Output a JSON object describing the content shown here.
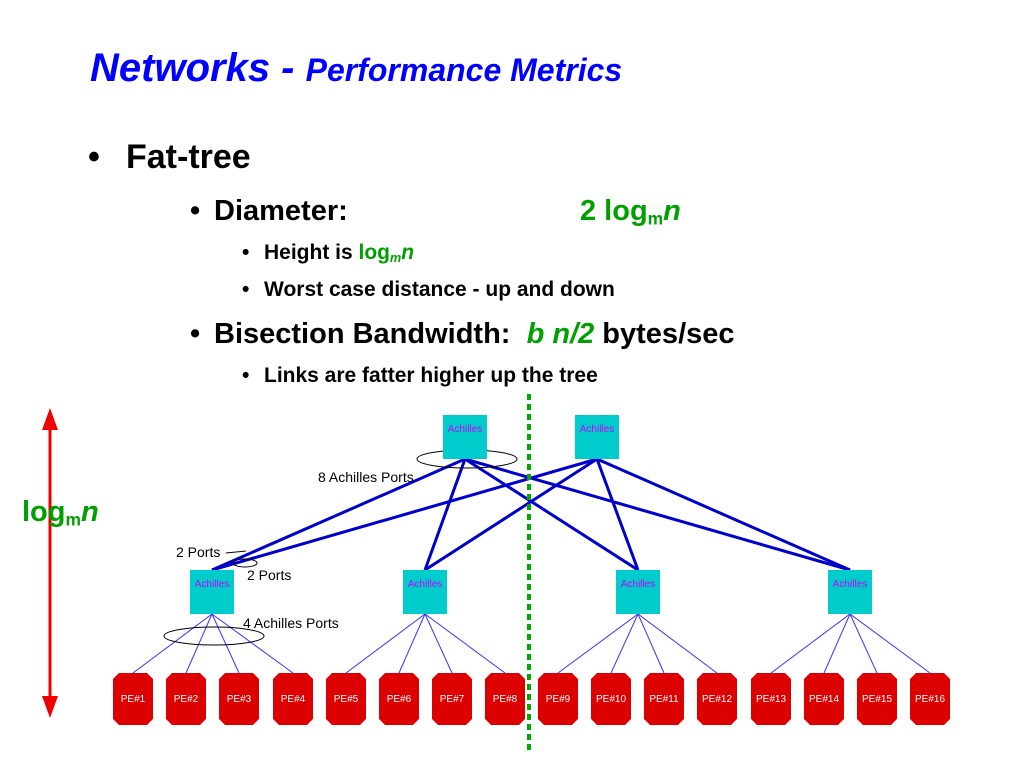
{
  "title": {
    "main": "Networks - ",
    "sub": "Performance Metrics"
  },
  "bullets": {
    "fat_tree": "Fat-tree",
    "diameter_label": "Diameter:",
    "diameter_value": {
      "prefix": "2 log",
      "sub": "m",
      "var": "n"
    },
    "height_prefix": "Height is ",
    "height_value": {
      "prefix": "log",
      "sub": "m",
      "var": "n"
    },
    "worst_case": "Worst case distance - up and down",
    "bisection_label": "Bisection Bandwidth:",
    "bisection_value": "b n/2",
    "bisection_unit": " bytes/sec",
    "links_fatter": "Links are fatter higher up the tree"
  },
  "diagram": {
    "switch_label": "Achilles",
    "annotations": {
      "ports8": "8 Achilles Ports",
      "ports2a": "2 Ports",
      "ports2b": "2 Ports",
      "ports4": "4 Achilles Ports"
    },
    "height_label": {
      "prefix": "log",
      "sub": "m",
      "var": "n"
    },
    "pe_labels": [
      "PE#1",
      "PE#2",
      "PE#3",
      "PE#4",
      "PE#5",
      "PE#6",
      "PE#7",
      "PE#8",
      "PE#9",
      "PE#10",
      "PE#11",
      "PE#12",
      "PE#13",
      "PE#14",
      "PE#15",
      "PE#16"
    ],
    "colors": {
      "switch_fill": "#00cccc",
      "switch_text": "#cc00ff",
      "pe_fill": "#dd0000",
      "pe_text": "#ffffff",
      "top_link": "#0000cc",
      "pe_link": "#3333ff",
      "bisection_line": "#00aa00",
      "height_arrow": "#ee0000"
    }
  }
}
